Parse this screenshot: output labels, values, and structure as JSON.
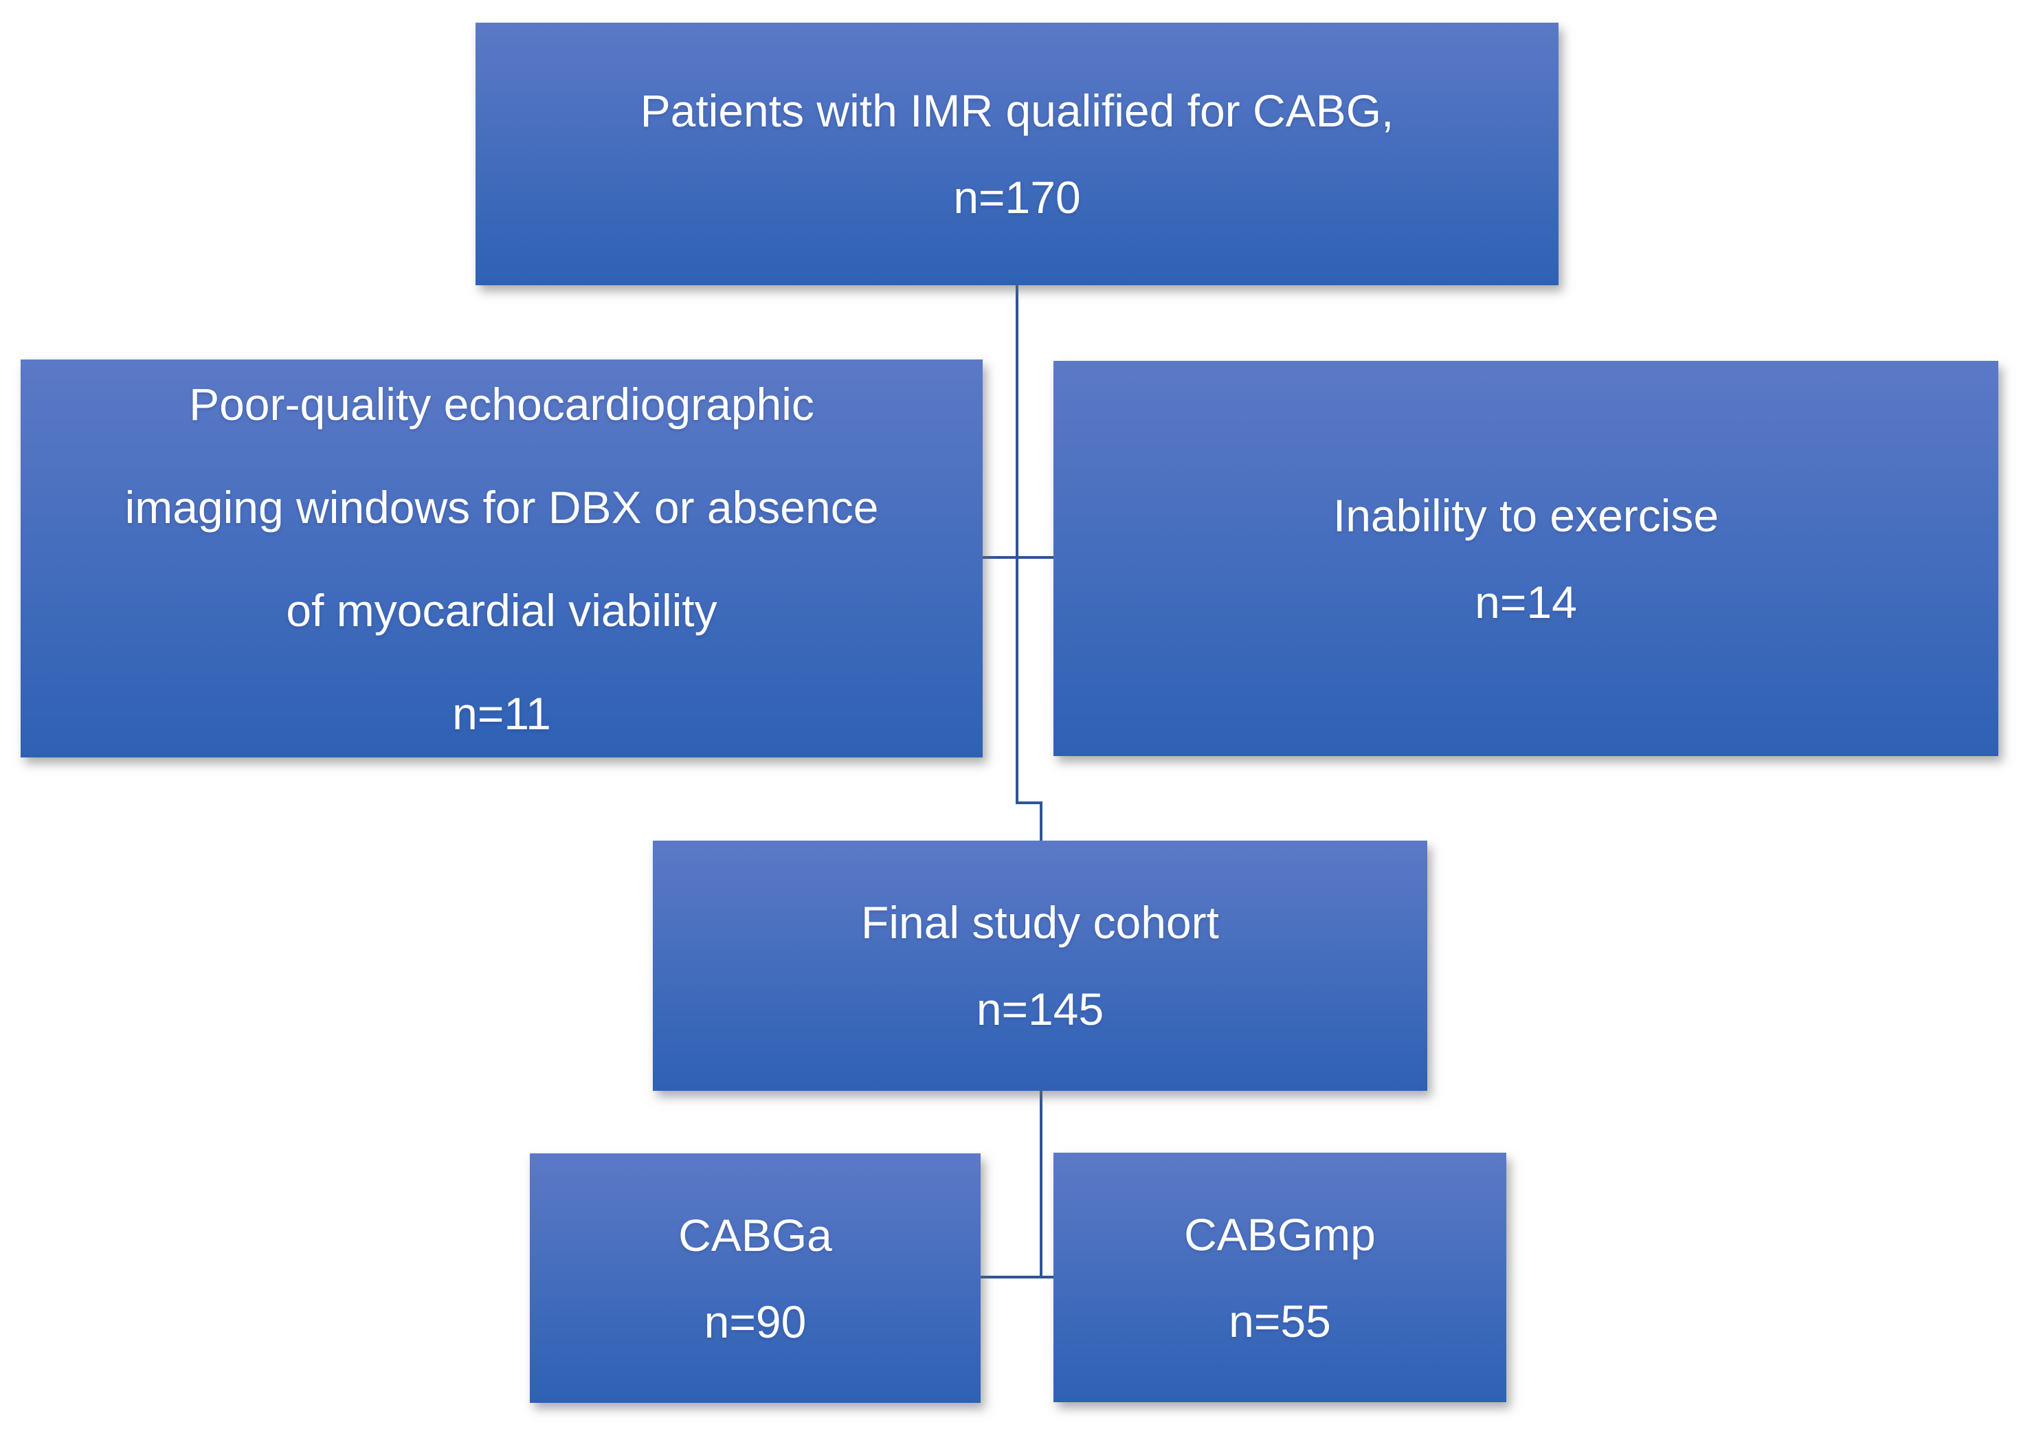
{
  "colors": {
    "box_gradient_top": "#5b79c6",
    "box_gradient_bottom": "#2e61b4",
    "connector": "#2f5597",
    "text": "#ffffff",
    "background": "#ffffff"
  },
  "nodes": {
    "eligible": {
      "lines": [
        "Patients with IMR qualified for CABG,",
        "n=170"
      ]
    },
    "excluded_echo": {
      "lines": [
        "Poor-quality echocardiographic",
        "imaging windows for DBX or absence",
        "of myocardial viability",
        "n=11"
      ]
    },
    "excluded_exercise": {
      "lines": [
        "Inability to exercise",
        "n=14"
      ]
    },
    "final_cohort": {
      "lines": [
        "Final study cohort",
        "n=145"
      ]
    },
    "group_cabga": {
      "lines": [
        "CABGa",
        "n=90"
      ]
    },
    "group_cabgmp": {
      "lines": [
        "CABGmp",
        "n=55"
      ]
    }
  }
}
